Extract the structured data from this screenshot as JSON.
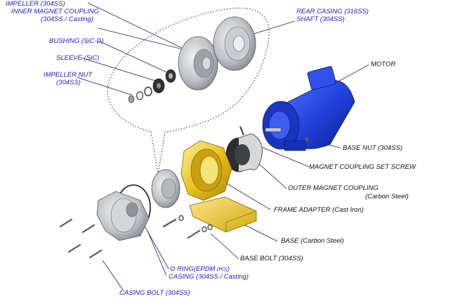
{
  "colors": {
    "blue_label": "#1a1acb",
    "black_label": "#111111",
    "motor_blue": "#1e3fd8",
    "adapter_yellow": "#e9c21a",
    "base_yellow": "#f0cc2a",
    "steel": "#b9bcc0",
    "leader": "#1b1b70"
  },
  "labels": {
    "impeller": "IMPELLER (304SS)",
    "inner_magnet_1": "INNER MAGNET COUPLING",
    "inner_magnet_2": "(304SS / Casting)",
    "bushing": "BUSHING (SiC-D)",
    "sleeve": "SLEEVE (SiC)",
    "impeller_nut_1": "IMPELLER NUT",
    "impeller_nut_2": "(304SS)",
    "rear_casing": "REAR CASING (316SS)",
    "shaft": "SHAFT (304SS)",
    "motor": "MOTOR",
    "base_nut": "BASE NUT (304SS)",
    "set_screw": "MAGNET COUPLING SET SCREW",
    "outer_magnet_1": "OUTER MAGNET COUPLING",
    "outer_magnet_2": "(Carbon Steel)",
    "frame_adapter": "FRAME ADAPTER (Cast Iron)",
    "base": "BASE (Carbon Steel)",
    "base_bolt": "BASE BOLT (304SS)",
    "o_ring_main": "O RING(EPDM ",
    "o_ring_po": "(PO)",
    "o_ring_end": ")",
    "casing": "CASING (304SS / Casting)",
    "casing_bolt": "CASING BOLT (304SS)"
  }
}
